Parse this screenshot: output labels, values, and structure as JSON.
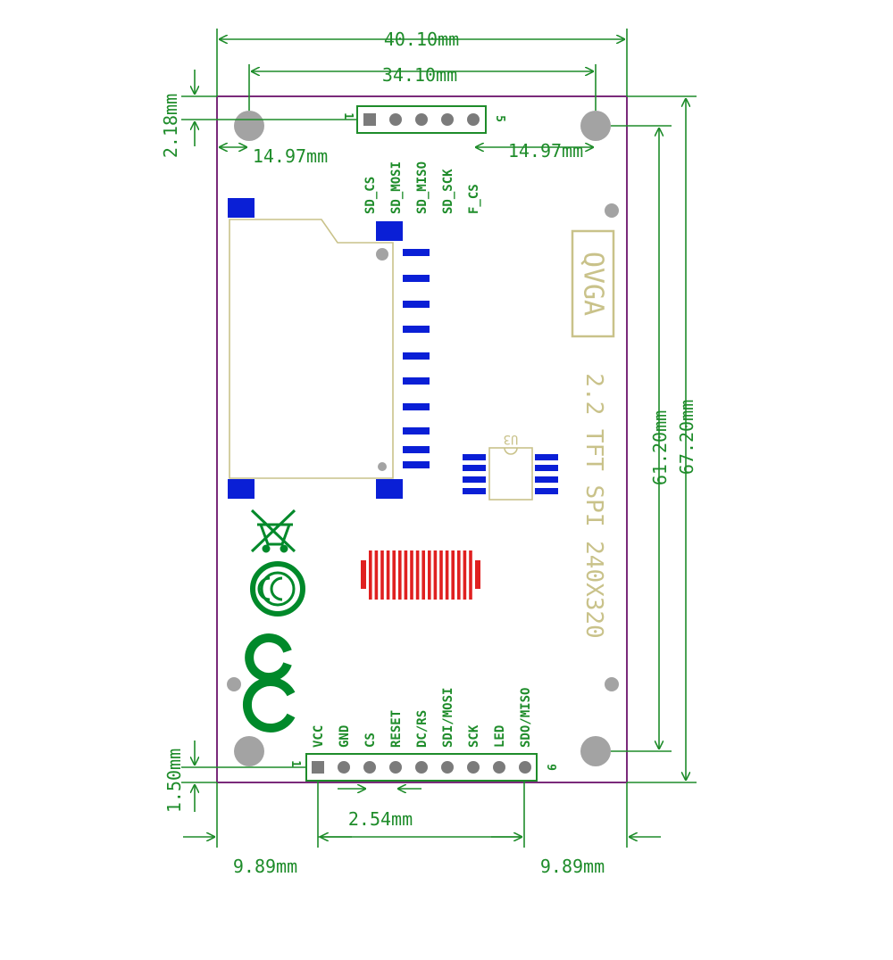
{
  "colors": {
    "outline": "#7a2a7a",
    "dimension": "#1e8c2a",
    "pad": "#0a1fd6",
    "hole": "#a3a3a3",
    "silkscreen": "#c9c28a",
    "crystal": "#e02020",
    "logo": "#00892a"
  },
  "dimensions": {
    "overall_width": "40.10mm",
    "hole_span": "34.10mm",
    "top_offset": "2.18mm",
    "left_hole_offset": "14.97mm",
    "right_hole_offset": "14.97mm",
    "inner_height": "61.20mm",
    "overall_height": "67.20mm",
    "bottom_offset": "1.50mm",
    "pin_pitch": "2.54mm",
    "left_header_offset": "9.89mm",
    "right_header_offset": "9.89mm"
  },
  "top_header": {
    "pin1_marker": "1",
    "pin_end_marker": "5",
    "pins": [
      "SD_CS",
      "SD_MOSI",
      "SD_MISO",
      "SD_SCK",
      "F_CS"
    ]
  },
  "bottom_header": {
    "pin1_marker": "1",
    "pin_end_marker": "9",
    "pins": [
      "VCC",
      "GND",
      "CS",
      "RESET",
      "DC/RS",
      "SDI/MOSI",
      "SCK",
      "LED",
      "SDO/MISO"
    ]
  },
  "silkscreen": {
    "badge": "QVGA",
    "product": "2.2 TFT SPI 240X320",
    "chip_label": "U3"
  },
  "logos": [
    {
      "name": "weee-bin-icon"
    },
    {
      "name": "ccc-mark-icon"
    },
    {
      "name": "ce-mark-icon"
    }
  ]
}
